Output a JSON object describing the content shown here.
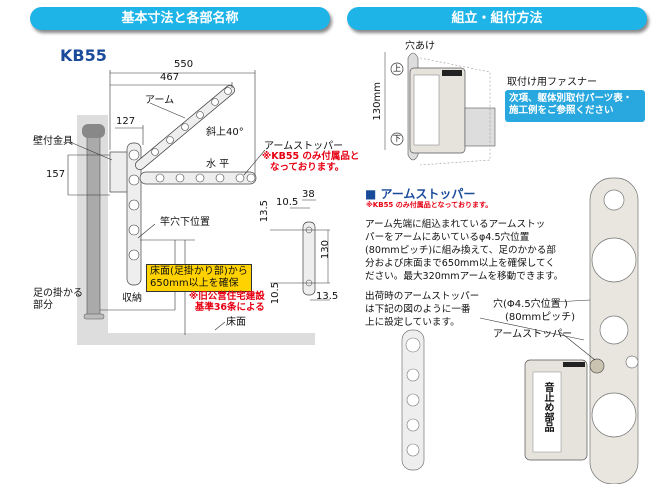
{
  "left_header": "基本寸法と各部名称",
  "right_header": "組立・組付方法",
  "model": "KB55",
  "dims": {
    "d550": "550",
    "d467": "467",
    "d127": "127",
    "d157": "157",
    "d38": "38",
    "d10_5a": "10.5",
    "d13_5a": "13.5",
    "d130": "130",
    "d10_5b": "10.5",
    "d13_5b": "13.5",
    "d130mm": "130mm"
  },
  "labels": {
    "arm": "アーム",
    "wall_bracket": "壁付金具",
    "incline": "斜上40°",
    "horizontal": "水 平",
    "arm_stopper": "アームストッパー",
    "stopper_note_1": "※KB55 のみ付属品と",
    "stopper_note_2": "なっております。",
    "pole_hole": "竿穴下位置",
    "floor_box_1": "床面(足掛かり部)から",
    "floor_box_2": "650mm以上を確保",
    "storage": "収納",
    "foot_part_1": "足の掛かる",
    "foot_part_2": "部分",
    "regulation_1": "※旧公営住宅建設",
    "regulation_2": "基準36条による",
    "floor": "床面"
  },
  "assembly": {
    "drill": "穴あけ",
    "top": "上",
    "bottom": "下",
    "fastener": "取付け用ファスナー",
    "info_1": "次項、躯体別取付パーツ表・",
    "info_2": "施工例をご参照ください"
  },
  "stopper_section": {
    "title": "■ アームストッパー",
    "note": "※KB55 のみ付属品となっております。",
    "para": [
      "アーム先端に組込まれているアームストッ",
      "パーをアームにあいているφ4.5穴位置",
      "(80mmピッチ)に組み換えて、足のかかる部",
      "分および床面まで650mm以上を確保してく",
      "ださい。最大320mmアームを移動できます。"
    ],
    "ship": [
      "出荷時のアームストッパー",
      "は下記の図のように一番",
      "上に設定しています。"
    ],
    "hole_1": "穴(Φ4.5穴位置 )",
    "hole_2": "(80mmピッチ)",
    "stopper_label": "アームストッパー",
    "silencer": "音止め部品"
  },
  "colors": {
    "accent": "#1fb4e8",
    "title_blue": "#1a4b9b",
    "red": "#e60012",
    "yellow": "#ffd200"
  }
}
